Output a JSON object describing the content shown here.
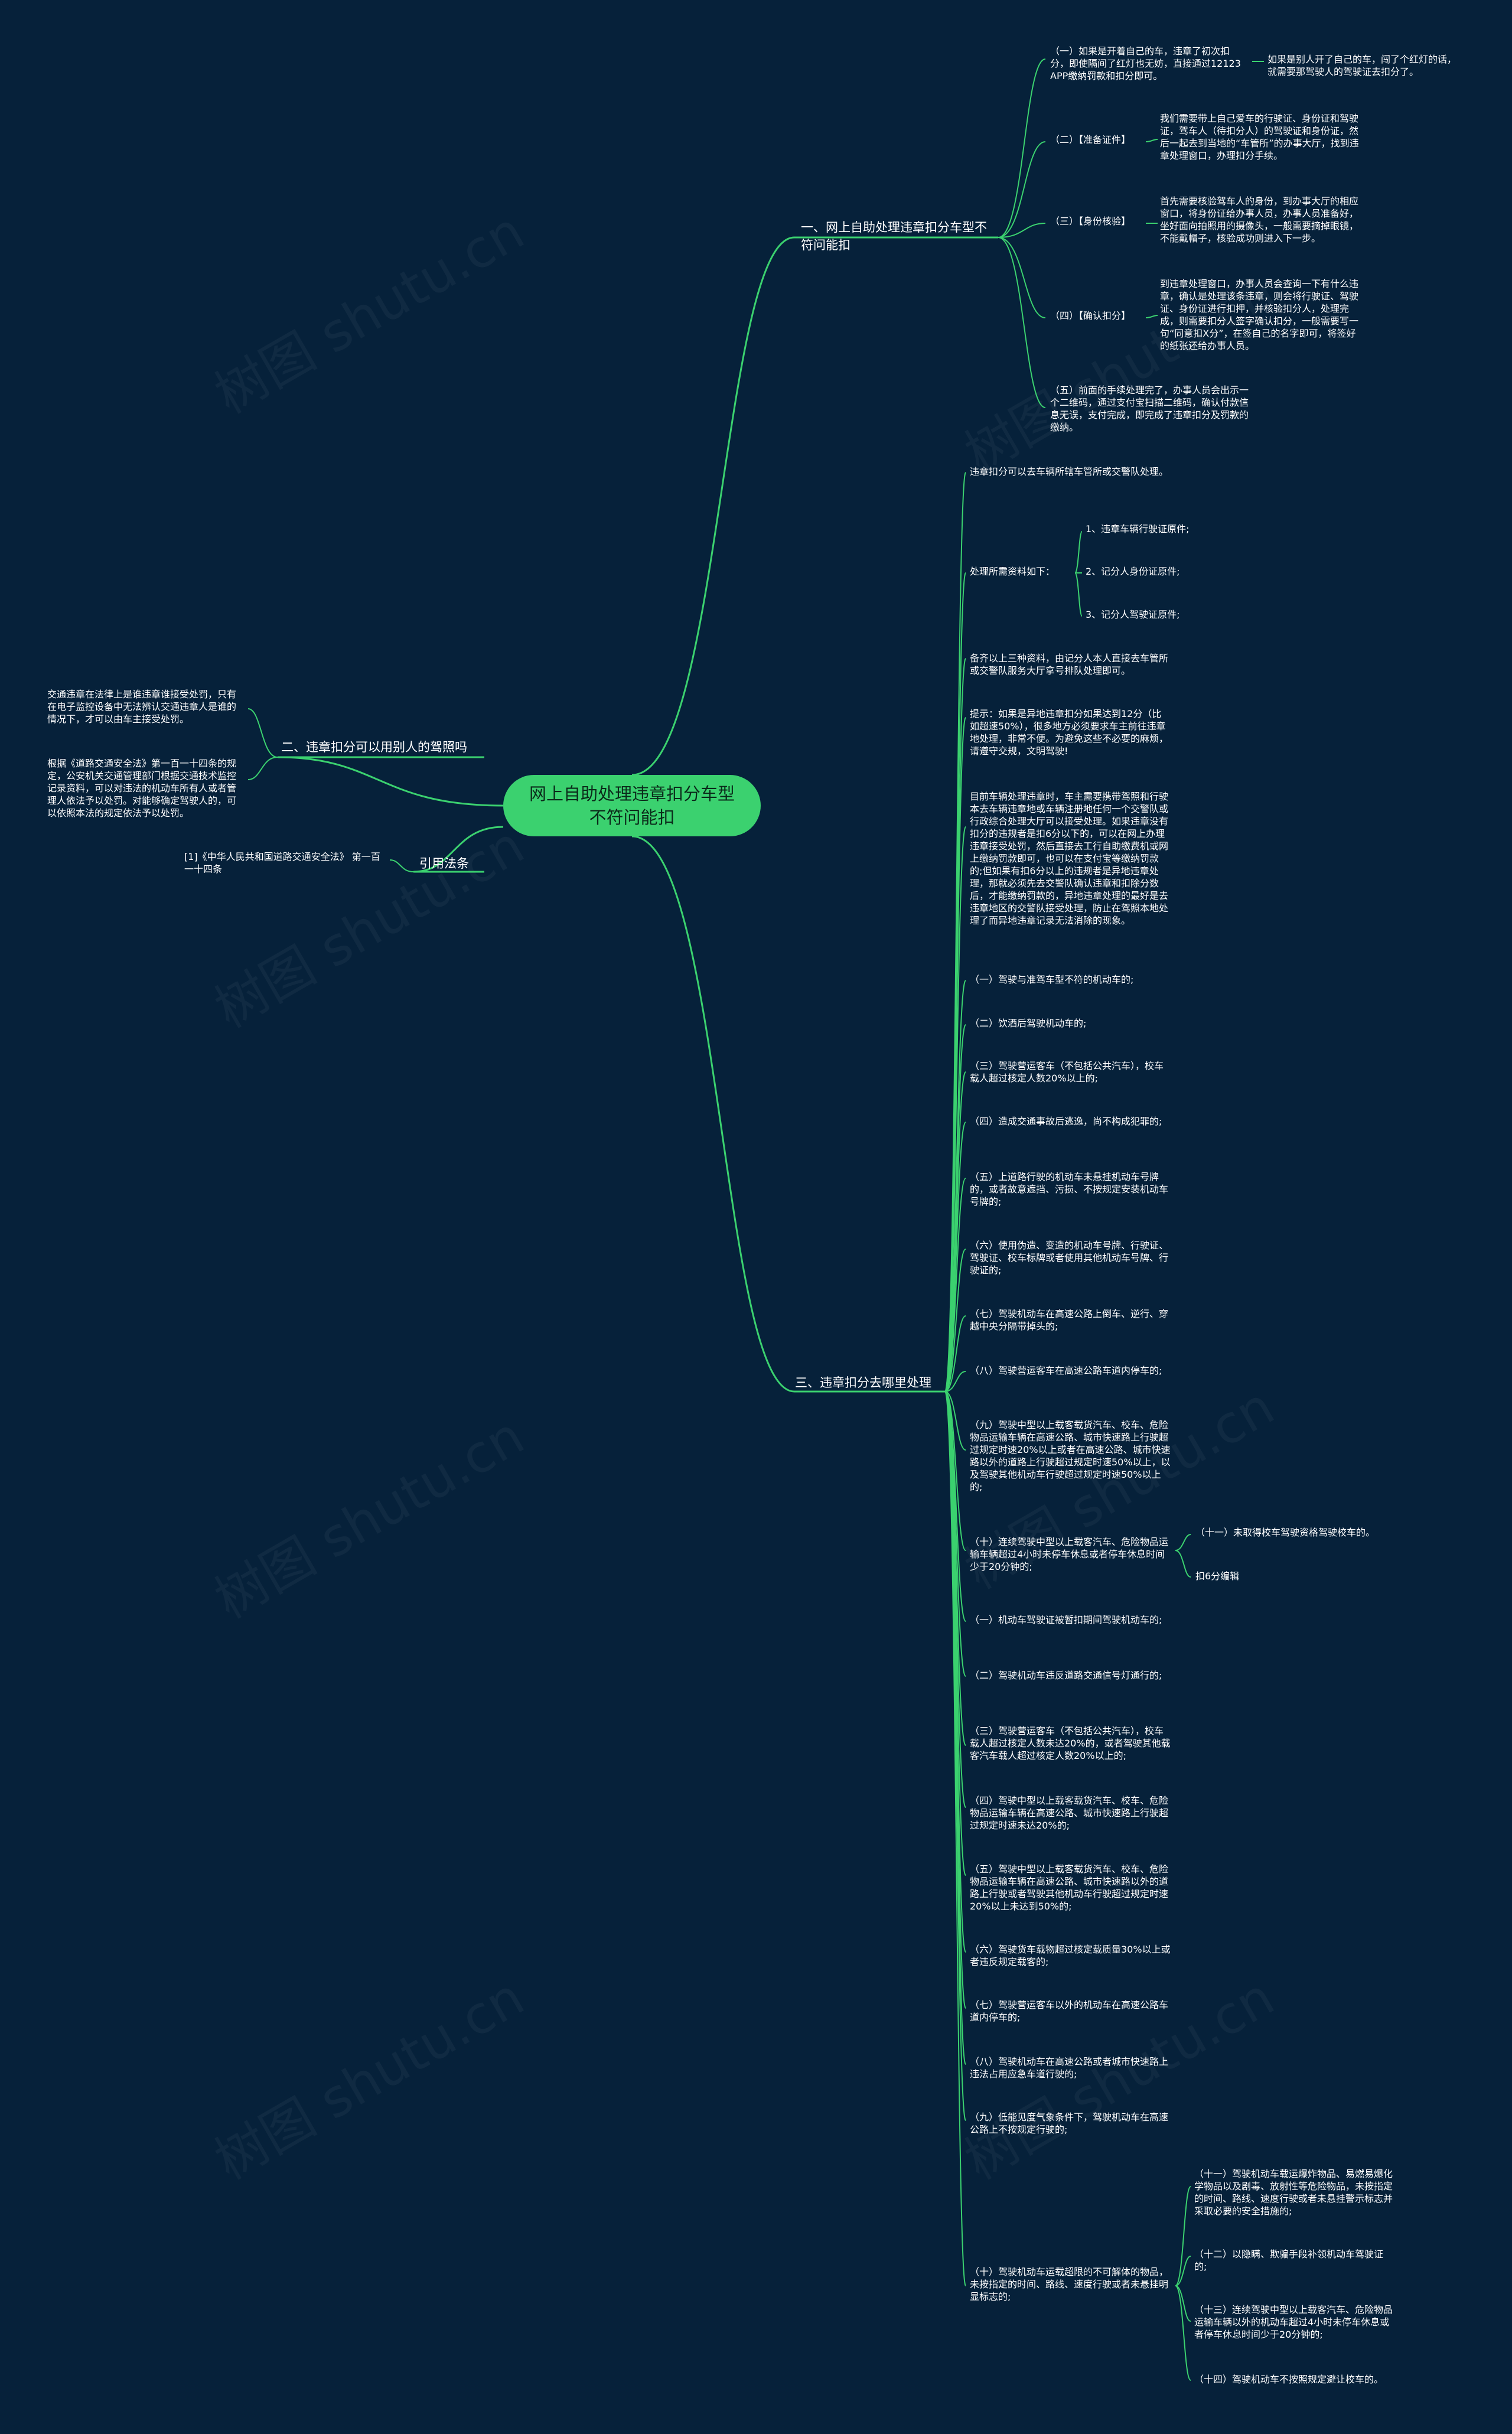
{
  "colors": {
    "background": "#06213a",
    "line": "#3bd16f",
    "root_fill": "#3bd16f",
    "text": "#ffffff"
  },
  "watermark": "树图 shutu.cn",
  "root": "网上自助处理违章扣分车型不符问能扣",
  "b1": {
    "title": "一、网上自助处理违章扣分车型不符问能扣",
    "c1": "（一）如果是开着自己的车，违章了初次扣分，即使隔间了红灯也无妨，直接通过12123APP缴纳罚款和扣分即可。",
    "c1a": "如果是别人开了自己的车，闯了个红灯的话，就需要那驾驶人的驾驶证去扣分了。",
    "c2": "（二）【准备证件】",
    "c2a": "我们需要带上自己爱车的行驶证、身份证和驾驶证，驾车人（待扣分人）的驾驶证和身份证，然后一起去到当地的“车管所”的办事大厅，找到违章处理窗口，办理扣分手续。",
    "c3": "（三）【身份核验】",
    "c3a": "首先需要核验驾车人的身份，到办事大厅的相应窗口，将身份证给办事人员，办事人员准备好，坐好面向拍照用的摄像头，一般需要摘掉眼镜，不能戴帽子，核验成功则进入下一步。",
    "c4": "（四）【确认扣分】",
    "c4a": "到违章处理窗口，办事人员会查询一下有什么违章，确认是处理该条违章，则会将行驶证、驾驶证、身份证进行扣押，并核验扣分人，处理完成，则需要扣分人签字确认扣分，一般需要写一句“同意扣X分”，在签自己的名字即可，将签好的纸张还给办事人员。",
    "c5": "（五）前面的手续处理完了，办事人员会出示一个二维码，通过支付宝扫描二维码，确认付款信息无误，支付完成，即完成了违章扣分及罚款的缴纳。"
  },
  "b2": {
    "title": "二、违章扣分可以用别人的驾照吗",
    "c1": "交通违章在法律上是谁违章谁接受处罚，只有在电子监控设备中无法辨认交通违章人是谁的情况下，才可以由车主接受处罚。",
    "c2": "根据《道路交通安全法》第一百一十四条的规定，公安机关交通管理部门根据交通技术监控记录资料，可以对违法的机动车所有人或者管理人依法予以处罚。对能够确定驾驶人的，可以依照本法的规定依法予以处罚。"
  },
  "b3": {
    "title": "引用法条",
    "c1": "[1]《中华人民共和国道路交通安全法》 第一百一十四条"
  },
  "b4": {
    "title": "三、违章扣分去哪里处理",
    "a": "违章扣分可以去车辆所辖车管所或交警队处理。",
    "b": "处理所需资料如下：",
    "b1": "1、违章车辆行驶证原件;",
    "b2": "2、记分人身份证原件;",
    "b3": "3、记分人驾驶证原件;",
    "c": "备齐以上三种资料，由记分人本人直接去车管所或交警队服务大厅拿号排队处理即可。",
    "d": "提示：如果是异地违章扣分如果达到12分（比如超速50%），很多地方必须要求车主前往违章地处理，非常不便。为避免这些不必要的麻烦，请遵守交规，文明驾驶!",
    "e": "目前车辆处理违章时，车主需要携带驾照和行驶本去车辆违章地或车辆注册地任何一个交警队或行政综合处理大厅可以接受处理。如果违章没有扣分的违规者是扣6分以下的，可以在网上办理违章接受处罚，然后直接去工行自助缴费机或网上缴纳罚款即可，也可以在支付宝等缴纳罚款的;但如果有扣6分以上的违规者是异地违章处理，那就必须先去交警队确认违章和扣除分数后，才能缴纳罚款的，异地违章处理的最好是去违章地区的交警队接受处理，防止在驾照本地处理了而异地违章记录无法消除的现象。",
    "f1": "（一）驾驶与准驾车型不符的机动车的;",
    "f2": "（二）饮酒后驾驶机动车的;",
    "f3": "（三）驾驶营运客车（不包括公共汽车），校车载人超过核定人数20%以上的;",
    "f4": "（四）造成交通事故后逃逸，尚不构成犯罪的;",
    "f5": "（五）上道路行驶的机动车未悬挂机动车号牌的，或者故意遮挡、污损、不按规定安装机动车号牌的;",
    "f6": "（六）使用伪造、变造的机动车号牌、行驶证、驾驶证、校车标牌或者使用其他机动车号牌、行驶证的;",
    "f7": "（七）驾驶机动车在高速公路上倒车、逆行、穿越中央分隔带掉头的;",
    "f8": "（八）驾驶营运客车在高速公路车道内停车的;",
    "f9": "（九）驾驶中型以上载客载货汽车、校车、危险物品运输车辆在高速公路、城市快速路上行驶超过规定时速20%以上或者在高速公路、城市快速路以外的道路上行驶超过规定时速50%以上，以及驾驶其他机动车行驶超过规定时速50%以上的;",
    "f10": "（十）连续驾驶中型以上载客汽车、危险物品运输车辆超过4小时未停车休息或者停车休息时间少于20分钟的;",
    "f10a": "（十一）未取得校车驾驶资格驾驶校车的。",
    "f10b": "扣6分编辑",
    "g1": "（一）机动车驾驶证被暂扣期间驾驶机动车的;",
    "g2": "（二）驾驶机动车违反道路交通信号灯通行的;",
    "g3": "（三）驾驶营运客车（不包括公共汽车），校车载人超过核定人数未达20%的，或者驾驶其他载客汽车载人超过核定人数20%以上的;",
    "g4": "（四）驾驶中型以上载客载货汽车、校车、危险物品运输车辆在高速公路、城市快速路上行驶超过规定时速未达20%的;",
    "g5": "（五）驾驶中型以上载客载货汽车、校车、危险物品运输车辆在高速公路、城市快速路以外的道路上行驶或者驾驶其他机动车行驶超过规定时速20%以上未达到50%的;",
    "g6": "（六）驾驶货车载物超过核定载质量30%以上或者违反规定载客的;",
    "g7": "（七）驾驶营运客车以外的机动车在高速公路车道内停车的;",
    "g8": "（八）驾驶机动车在高速公路或者城市快速路上违法占用应急车道行驶的;",
    "g9": "（九）低能见度气象条件下，驾驶机动车在高速公路上不按规定行驶的;",
    "g10": "（十）驾驶机动车运载超限的不可解体的物品，未按指定的时间、路线、速度行驶或者未悬挂明显标志的;",
    "g10a": "（十一）驾驶机动车载运爆炸物品、易燃易爆化学物品以及剧毒、放射性等危险物品，未按指定的时间、路线、速度行驶或者未悬挂警示标志并采取必要的安全措施的;",
    "g10b": "（十二）以隐瞒、欺骗手段补领机动车驾驶证的;",
    "g10c": "（十三）连续驾驶中型以上载客汽车、危险物品运输车辆以外的机动车超过4小时未停车休息或者停车休息时间少于20分钟的;",
    "g10d": "（十四）驾驶机动车不按照规定避让校车的。"
  }
}
